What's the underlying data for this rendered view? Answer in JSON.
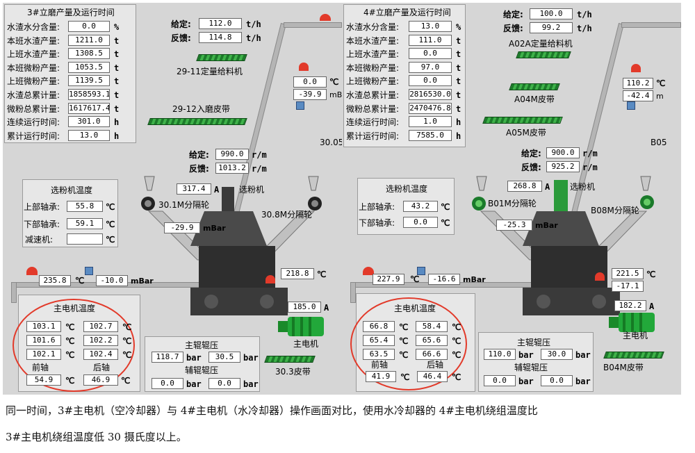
{
  "p3": {
    "prod_title": "3#立磨产量及运行时间",
    "prod": [
      {
        "label": "水渣水分含量:",
        "value": "0.0",
        "unit": "%"
      },
      {
        "label": "本班水渣产量:",
        "value": "1211.0",
        "unit": "t"
      },
      {
        "label": "上班水渣产量:",
        "value": "1308.5",
        "unit": "t"
      },
      {
        "label": "本班微粉产量:",
        "value": "1053.5",
        "unit": "t"
      },
      {
        "label": "上班微粉产量:",
        "value": "1139.5",
        "unit": "t"
      },
      {
        "label": "水渣总累计量:",
        "value": "1858593.1",
        "unit": "t"
      },
      {
        "label": "微粉总累计量:",
        "value": "1617617.4",
        "unit": "t"
      },
      {
        "label": "连续运行时间:",
        "value": "301.0",
        "unit": "h"
      },
      {
        "label": "累计运行时间:",
        "value": "13.0",
        "unit": "h"
      }
    ],
    "feed_given_label": "给定:",
    "feed_given": "112.0",
    "feed_unit": "t/h",
    "feed_fb_label": "反馈:",
    "feed_fb": "114.8",
    "feeder": "29-11定量给料机",
    "belt_in": "29-12入磨皮带",
    "temp1": "0.0",
    "temp1_unit": "℃",
    "press1": "-39.9",
    "press1_unit": "mBar",
    "cut_label": "30.05",
    "sep_given_label": "给定:",
    "sep_given": "990.0",
    "sep_unit": "r/m",
    "sep_fb_label": "反馈:",
    "sep_fb": "1013.2",
    "sep_temp_title": "选粉机温度",
    "sep_temps": [
      {
        "label": "上部轴承:",
        "value": "55.8",
        "unit": "℃"
      },
      {
        "label": "下部轴承:",
        "value": "59.1",
        "unit": "℃"
      },
      {
        "label": "减速机:",
        "value": "",
        "unit": "℃"
      }
    ],
    "sep_current": "317.4",
    "amp_unit": "A",
    "sep_label": "选粉机",
    "valve_left": "30.1M分隔轮",
    "valve_right": "30.8M分隔轮",
    "mill_press": "-29.9",
    "mill_press_unit": "mBar",
    "duct_temp": "235.8",
    "duct_temp_unit": "℃",
    "duct_press": "-10.0",
    "duct_press_unit": "mBar",
    "out_temp": "218.8",
    "out_temp_unit": "℃",
    "motor_title": "主电机温度",
    "motor_left": [
      "103.1",
      "101.6",
      "102.1"
    ],
    "motor_right": [
      "102.7",
      "102.2",
      "102.4"
    ],
    "temp_unit": "℃",
    "front_label": "前轴",
    "rear_label": "后轴",
    "front_val": "54.9",
    "rear_val": "46.9",
    "motor_current": "185.0",
    "motor_label": "主电机",
    "roll_title": "主辊辊压",
    "roll1": "118.7",
    "roll2": "30.5",
    "bar_unit": "bar",
    "aux_title": "辅辊辊压",
    "aux1": "0.0",
    "aux2": "0.0",
    "belt_out": "30.3皮带"
  },
  "p4": {
    "prod_title": "4#立磨产量及运行时间",
    "prod": [
      {
        "label": "水渣水分含量:",
        "value": "13.0",
        "unit": "%"
      },
      {
        "label": "本班水渣产量:",
        "value": "111.0",
        "unit": "t"
      },
      {
        "label": "上班水渣产量:",
        "value": "0.0",
        "unit": "t"
      },
      {
        "label": "本班微粉产量:",
        "value": "97.0",
        "unit": "t"
      },
      {
        "label": "上班微粉产量:",
        "value": "0.0",
        "unit": "t"
      },
      {
        "label": "水渣总累计量:",
        "value": "2816530.0",
        "unit": "t"
      },
      {
        "label": "微粉总累计量:",
        "value": "2470476.8",
        "unit": "t"
      },
      {
        "label": "连续运行时间:",
        "value": "1.0",
        "unit": "h"
      },
      {
        "label": "累计运行时间:",
        "value": "7585.0",
        "unit": "h"
      }
    ],
    "feed_given_label": "给定:",
    "feed_given": "100.0",
    "feed_unit": "t/h",
    "feed_fb_label": "反馈:",
    "feed_fb": "99.2",
    "feeder": "A02A定量给料机",
    "belt_a04": "A04M皮带",
    "belt_a05": "A05M皮带",
    "temp1": "110.2",
    "temp1_unit": "℃",
    "press1": "-42.4",
    "press1_unit": "m",
    "cut_label": "B05",
    "sep_given_label": "给定:",
    "sep_given": "900.0",
    "sep_unit": "r/m",
    "sep_fb_label": "反馈:",
    "sep_fb": "925.2",
    "sep_temp_title": "选粉机温度",
    "sep_temps": [
      {
        "label": "上部轴承:",
        "value": "43.2",
        "unit": "℃"
      },
      {
        "label": "下部轴承:",
        "value": "0.0",
        "unit": "℃"
      }
    ],
    "sep_current": "268.8",
    "amp_unit": "A",
    "sep_label": "选粉机",
    "valve_left": "B01M分隔轮",
    "valve_right": "B08M分隔轮",
    "mill_press": "-25.3",
    "mill_press_unit": "mBar",
    "duct_temp": "227.9",
    "duct_temp_unit": "℃",
    "duct_press": "-16.6",
    "duct_press_unit": "mBar",
    "out_temp": "221.5",
    "out_temp_unit": "℃",
    "out_press": "-17.1",
    "motor_title": "主电机温度",
    "motor_left": [
      "66.8",
      "65.4",
      "63.5"
    ],
    "motor_right": [
      "58.4",
      "65.6",
      "66.6"
    ],
    "temp_unit": "℃",
    "front_label": "前轴",
    "rear_label": "后轴",
    "front_val": "41.9",
    "rear_val": "46.4",
    "motor_current": "182.2",
    "motor_label": "主电机",
    "roll_title": "主辊辊压",
    "roll1": "110.0",
    "roll2": "30.0",
    "bar_unit": "bar",
    "aux_title": "辅辊辊压",
    "aux1": "0.0",
    "aux2": "0.0",
    "belt_out": "B04M皮带"
  },
  "caption": {
    "line1": "同一时间，3#主电机（空冷却器）与 4#主电机（水冷却器）操作画面对比，使用水冷却器的 4#主电机绕组温度比",
    "line2": "3#主电机绕组温度低 30 摄氏度以上。"
  },
  "colors": {
    "panel_bg": "#d6d6d6",
    "accent_red": "#e23a2a",
    "belt_green": "#2e9a3a",
    "motor_green": "#22a83a"
  }
}
